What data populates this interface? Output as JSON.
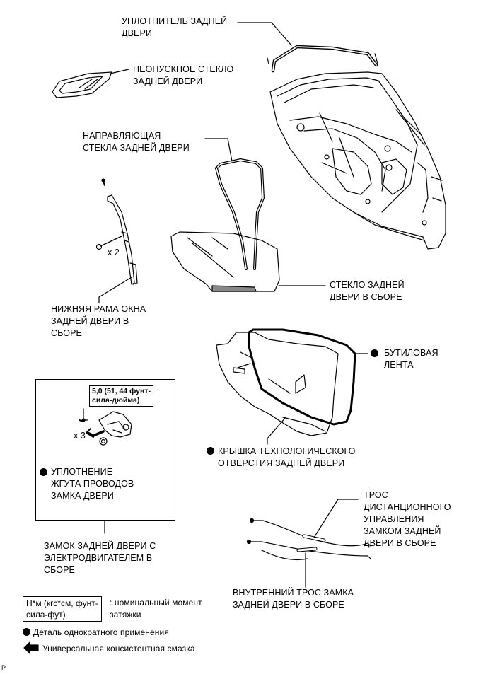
{
  "labels": {
    "weatherstrip": "УПЛОТНИТЕЛЬ ЗАДНЕЙ\nДВЕРИ",
    "fixed_glass": "НЕОПУСКНОЕ СТЕКЛО\nЗАДНЕЙ ДВЕРИ",
    "glass_run": "НАПРАВЛЯЮЩАЯ\nСТЕКЛА ЗАДНЕЙ ДВЕРИ",
    "lower_frame": "НИЖНЯЯ РАМА ОКНА\nЗАДНЕЙ ДВЕРИ В\nСБОРЕ",
    "glass_assembly": "СТЕКЛО ЗАДНЕЙ\nДВЕРИ В СБОРЕ",
    "butyl_tape": "БУТИЛОВАЯ\nЛЕНТА",
    "service_hole_cover": "КРЫШКА ТЕХНОЛОГИЧЕСКОГО\nОТВЕРСТИЯ ЗАДНЕЙ ДВЕРИ",
    "remote_cable": "ТРОС\nДИСТАНЦИОННОГО\nУПРАВЛЕНИЯ\nЗАМКОМ ЗАДНЕЙ\nДВЕРИ В СБОРЕ",
    "inner_cable": "ВНУТРЕННИЙ ТРОС ЗАМКА\nЗАДНЕЙ ДВЕРИ В СБОРЕ",
    "harness_seal": "УПЛОТНЕНИЕ\nЖГУТА ПРОВОДОВ\nЗАМКА ДВЕРИ",
    "door_lock": "ЗАМОК ЗАДНЕЙ ДВЕРИ С\nЭЛЕКТРОДВИГАТЕЛЕМ В\nСБОРЕ"
  },
  "quantities": {
    "lower_frame_bolts": "x 2",
    "lock_screws": "x 3"
  },
  "torque_spec": "5,0 (51, 44 фунт-\nсила-дюйма)",
  "legend": {
    "torque_units": "Н*м (кгс*см, фунт-\nсила-фут)",
    "torque_desc": ": номинальный момент\nзатяжки",
    "non_reusable": "Деталь однократного применения",
    "grease": "Универсальная консистентная смазка"
  },
  "page_marker": "P"
}
